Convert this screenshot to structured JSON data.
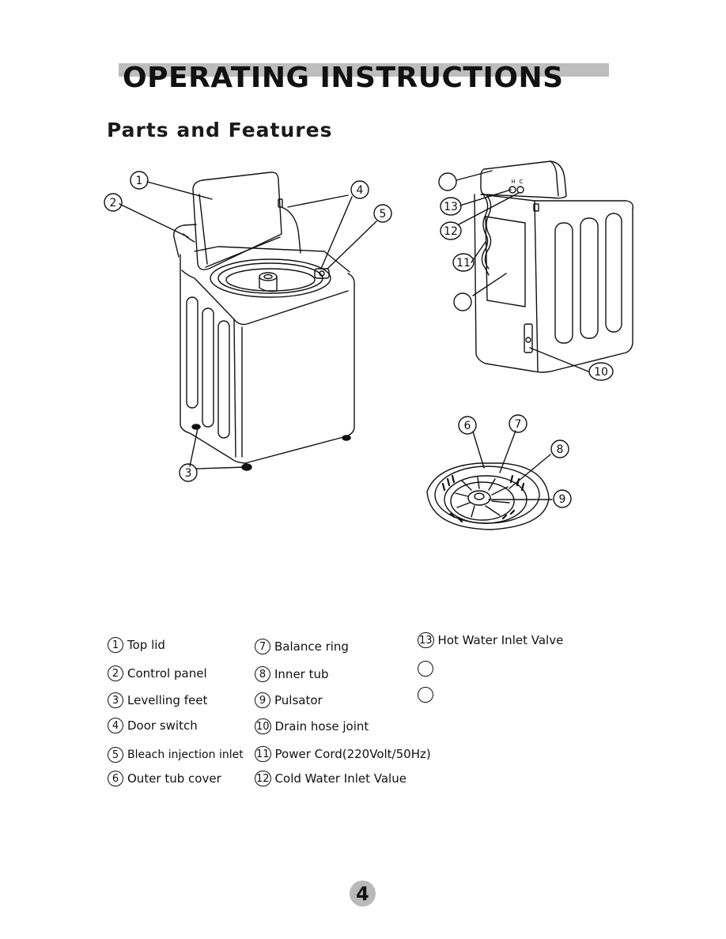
{
  "title": "OPERATING INSTRUCTIONS",
  "section_title": "Parts and Features",
  "callouts": {
    "c1": "1",
    "c2": "2",
    "c3": "3",
    "c4": "4",
    "c5": "5",
    "c6": "6",
    "c7": "7",
    "c8": "8",
    "c9": "9",
    "c10": "10",
    "c11": "11",
    "c12": "12",
    "c13": "13"
  },
  "valve_labels": {
    "hot": "H",
    "cold": "C"
  },
  "legend": [
    {
      "num": "1",
      "label": "Top lid"
    },
    {
      "num": "2",
      "label": "Control panel"
    },
    {
      "num": "3",
      "label": "Levelling feet"
    },
    {
      "num": "4",
      "label": "Door switch"
    },
    {
      "num": "5",
      "label": "Bleach injection inlet"
    },
    {
      "num": "6",
      "label": "Outer tub cover"
    },
    {
      "num": "7",
      "label": "Balance ring"
    },
    {
      "num": "8",
      "label": "Inner tub"
    },
    {
      "num": "9",
      "label": "Pulsator"
    },
    {
      "num": "10",
      "label": "Drain hose joint"
    },
    {
      "num": "11",
      "label": "Power Cord(220Volt/50Hz)"
    },
    {
      "num": "12",
      "label": "Cold Water Inlet Value"
    },
    {
      "num": "13",
      "label": "Hot Water Inlet Valve"
    },
    {
      "num": "",
      "label": ""
    },
    {
      "num": "",
      "label": ""
    }
  ],
  "page_number": "4"
}
